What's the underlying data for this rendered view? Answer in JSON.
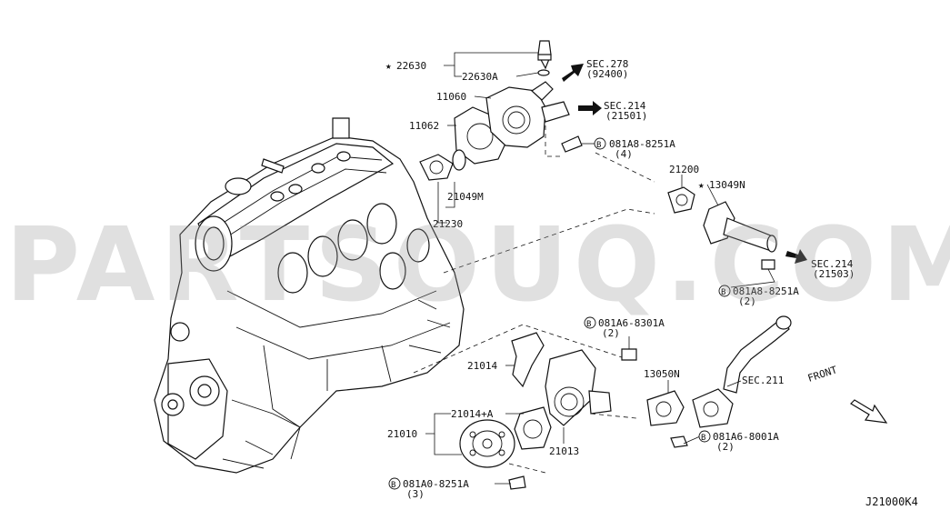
{
  "watermark": "PARTSOUQ.COM",
  "diagram_code": "J21000K4",
  "front_label": "FRONT",
  "callouts": {
    "p22630": "22630",
    "p22630a": "22630A",
    "sec278": "SEC.278",
    "sec278_sub": "(92400)",
    "p11060": "11060",
    "sec214a": "SEC.214",
    "sec214a_sub": "(21501)",
    "p11062": "11062",
    "bolt_081a8_top": "081A8-8251A",
    "bolt_081a8_top_qty": "(4)",
    "p21049m": "21049M",
    "p21230": "21230",
    "p21200": "21200",
    "p13049n": "13049N",
    "sec214b": "SEC.214",
    "sec214b_sub": "(21503)",
    "bolt_081a8_right": "081A8-8251A",
    "bolt_081a8_right_qty": "(2)",
    "bolt_081a6_8301": "081A6-8301A",
    "bolt_081a6_8301_qty": "(2)",
    "p21014": "21014",
    "p13050n": "13050N",
    "sec211": "SEC.211",
    "p21014a": "21014+A",
    "p21010": "21010",
    "p21013": "21013",
    "bolt_081a6_8001": "081A6-8001A",
    "bolt_081a6_8001_qty": "(2)",
    "bolt_081a0": "081A0-8251A",
    "bolt_081a0_qty": "(3)"
  },
  "symbols": {
    "star": "★",
    "bolt_badge": "B"
  }
}
